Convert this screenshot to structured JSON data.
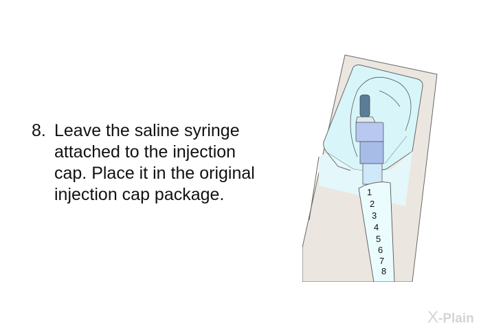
{
  "instruction": {
    "number": "8.",
    "lines": [
      "Leave the saline syringe",
      "attached to the injection",
      "cap. Place it in the original",
      "injection cap package."
    ]
  },
  "illustration": {
    "subject": "saline syringe attached to injection cap inside original package",
    "syringe_marks": [
      "1",
      "2",
      "3",
      "4",
      "5",
      "6",
      "7",
      "8"
    ],
    "colors": {
      "package_border": "#ece6e0",
      "package_fill": "#d8f6fa",
      "cap_blue": "#b8c8f0",
      "cap_tip": "#5a7e96",
      "barrel": "#eafcfd",
      "outline": "#555555"
    }
  },
  "logo": {
    "mark": "X",
    "text": "-Plain"
  }
}
